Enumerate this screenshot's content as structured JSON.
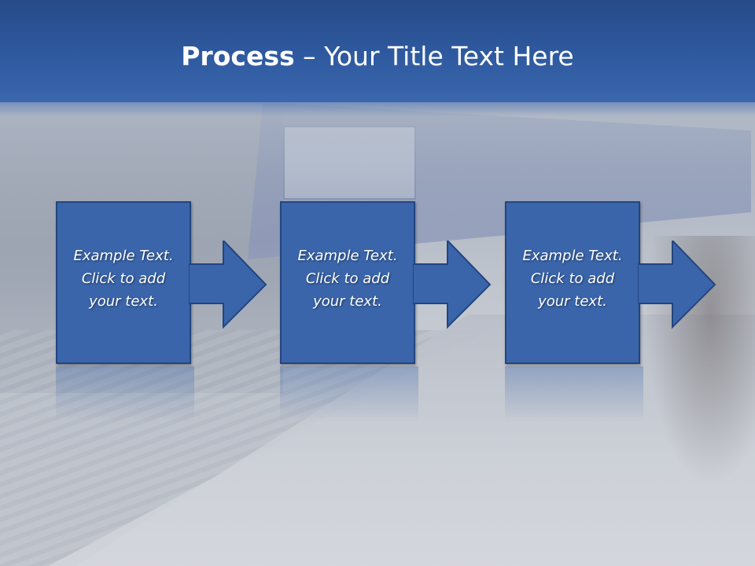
{
  "slide": {
    "title_bold": "Process",
    "title_rest": " – Your Title Text Here",
    "steps": [
      {
        "text": "Example Text.\nClick  to add\nyour text."
      },
      {
        "text": "Example Text.\nClick  to add\nyour text."
      },
      {
        "text": "Example Text.\nClick  to add\nyour text."
      }
    ]
  },
  "colors": {
    "header": "#2f5aa0",
    "step_fill": "#3a65ab",
    "step_border": "#23457e"
  }
}
